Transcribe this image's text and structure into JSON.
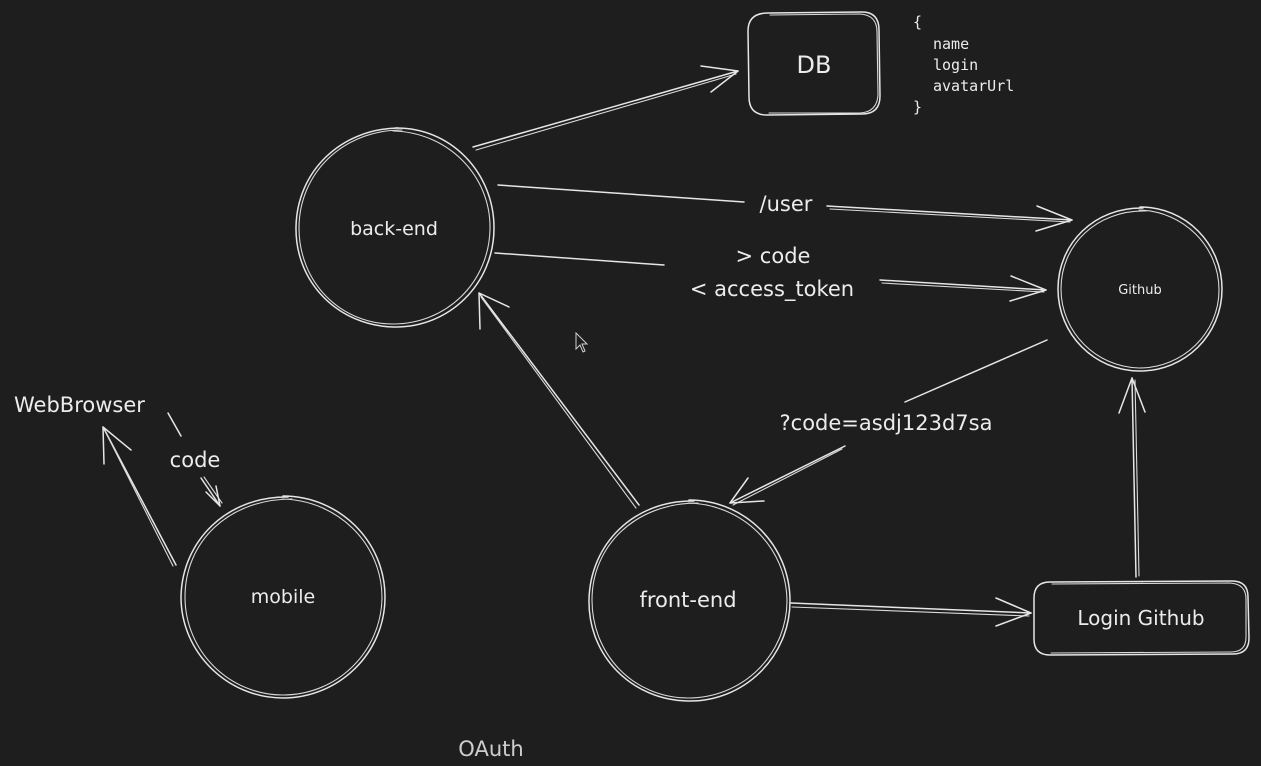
{
  "nodes": {
    "db": "DB",
    "backend": "back-end",
    "github": "Github",
    "mobile": "mobile",
    "frontend": "front-end",
    "login_github": "Login Github",
    "web_browser": "WebBrowser"
  },
  "db_schema": {
    "open_brace": "{",
    "fields": [
      "name",
      "login",
      "avatarUrl"
    ],
    "close_brace": "}"
  },
  "edge_labels": {
    "user_endpoint": "/user",
    "send_code": "> code",
    "receive_token": "< access_token",
    "callback_code": "?code=asdj123d7sa",
    "browser_code": "code"
  },
  "footer_title": "OAuth",
  "colors": {
    "background": "#1e1e1e",
    "stroke": "#e6e6e6",
    "text": "#ececec"
  }
}
